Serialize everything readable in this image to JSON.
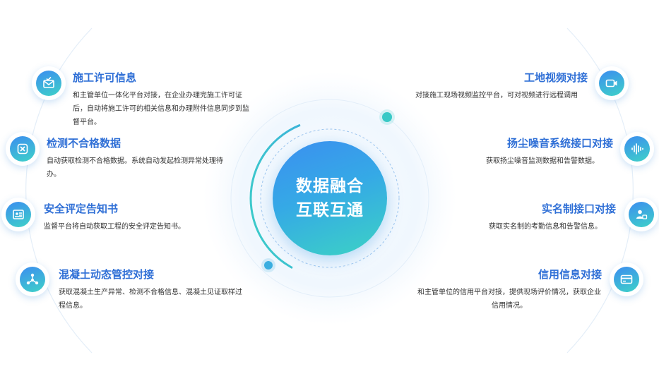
{
  "center": {
    "line1": "数据融合",
    "line2": "互联互通"
  },
  "left_items": [
    {
      "title": "施工许可信息",
      "desc": "和主管单位一体化平台对接，在企业办理完施工许可证后，自动将施工许可的相关信息和办理附件信息同步到监督平台。",
      "icon": "envelope-check-icon"
    },
    {
      "title": "检测不合格数据",
      "desc": "自动获取检测不合格数据。系统自动发起检测异常处理待办。",
      "icon": "close-box-icon"
    },
    {
      "title": "安全评定告知书",
      "desc": "监督平台将自动获取工程的安全评定告知书。",
      "icon": "id-document-icon"
    },
    {
      "title": "混凝土动态管控对接",
      "desc": "获取混凝土生产异常、检测不合格信息、混凝土见证取样过程信息。",
      "icon": "network-nodes-icon"
    }
  ],
  "right_items": [
    {
      "title": "工地视频对接",
      "desc": "对接施工现场视频监控平台，可对视频进行远程调用",
      "icon": "video-camera-icon"
    },
    {
      "title": "扬尘噪音系统接口对接",
      "desc": "获取扬尘噪音监测数据和告警数据。",
      "icon": "sound-wave-icon"
    },
    {
      "title": "实名制接口对接",
      "desc": "获取实名制的考勤信息和告警信息。",
      "icon": "user-badge-icon"
    },
    {
      "title": "信用信息对接",
      "desc": "和主管单位的信用平台对接，提供现场评价情况，获取企业信用情况。",
      "icon": "credit-card-icon"
    }
  ],
  "colors": {
    "title": "#2f6fd6",
    "accent_blue": "#3b8ff0",
    "accent_teal": "#3cd3c4",
    "text": "#333333"
  }
}
